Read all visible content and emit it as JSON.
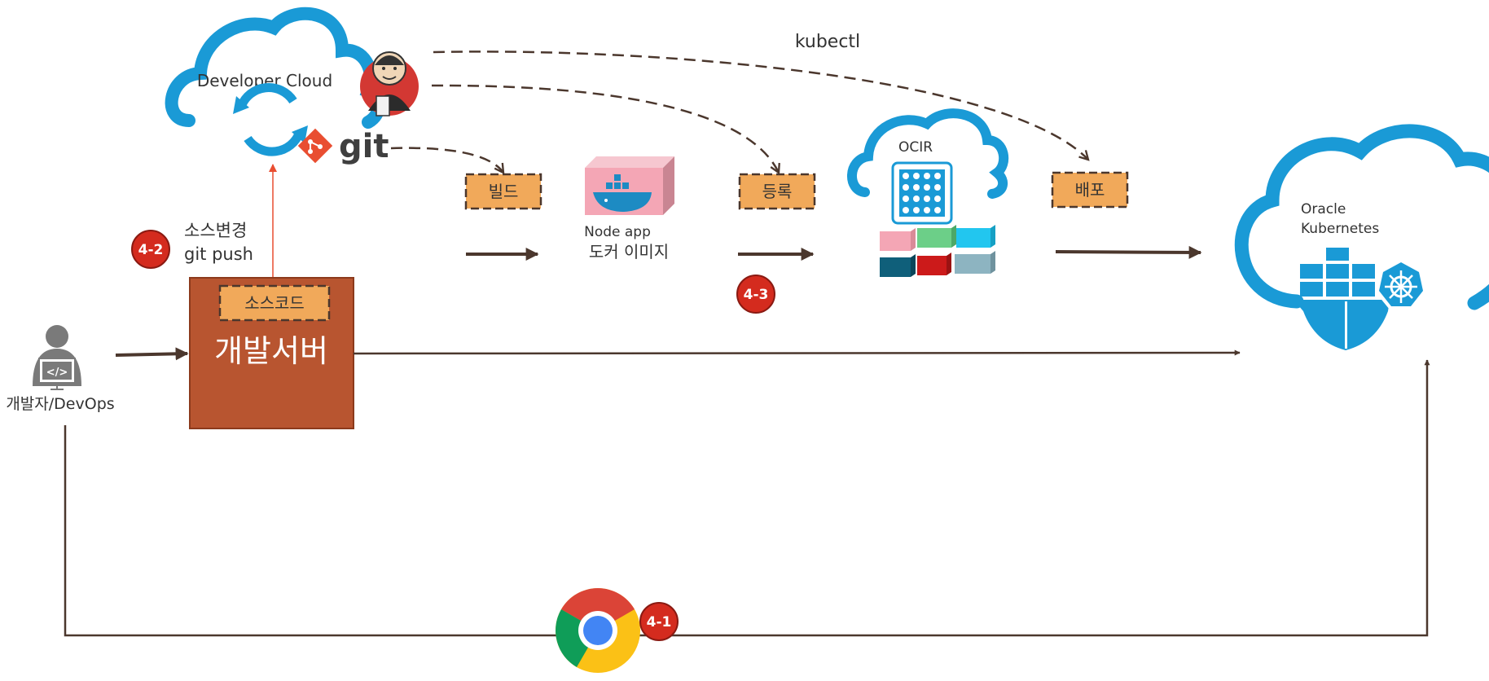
{
  "labels": {
    "developer_cloud": "Developer Cloud",
    "git": "git",
    "kubectl": "kubectl",
    "build": "빌드",
    "register": "등록",
    "deploy": "배포",
    "node_app": "Node app",
    "docker_image": "도커 이미지",
    "ocir": "OCIR",
    "oracle": "Oracle",
    "kubernetes": "Kubernetes",
    "source_change": "소스변경",
    "git_push": "git push",
    "source_code": "소스코드",
    "dev_server": "개발서버",
    "developer": "개발자/DevOps",
    "developer_code_icon": "</>"
  },
  "badges": {
    "b41": "4-1",
    "b42": "4-2",
    "b43": "4-3"
  },
  "colors": {
    "cloud": "#1a9ad6",
    "arrow": "#4b372d",
    "tag_fill": "#f1a95a",
    "server_fill": "#b85530",
    "badge": "#d42b1e",
    "git": "#e94e31"
  },
  "icons": {
    "jenkins": "jenkins-icon",
    "docker": "docker-icon",
    "ocir": "ocir-registry-icon",
    "k8s": "kubernetes-icon",
    "chrome": "chrome-icon",
    "developer": "developer-icon"
  }
}
